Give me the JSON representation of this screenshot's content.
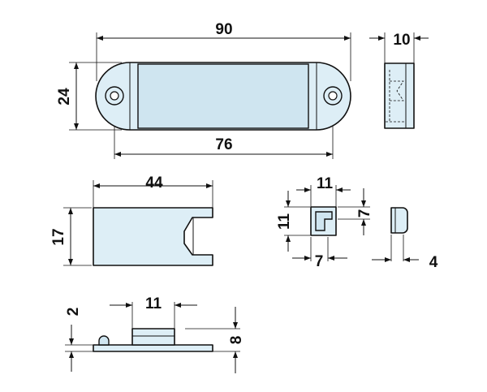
{
  "dimensions": {
    "top_view": {
      "length": "90",
      "height": "24",
      "hole_spacing": "76"
    },
    "side_view": {
      "depth": "10"
    },
    "front_view": {
      "width": "44",
      "height": "17"
    },
    "clip_detail": {
      "top_width": "11",
      "left_height": "11",
      "right_height": "7",
      "bottom_width": "7"
    },
    "cap_detail": {
      "thickness": "4"
    },
    "bottom_view": {
      "block_width": "11",
      "plate_thickness": "2",
      "total_height": "8"
    }
  }
}
